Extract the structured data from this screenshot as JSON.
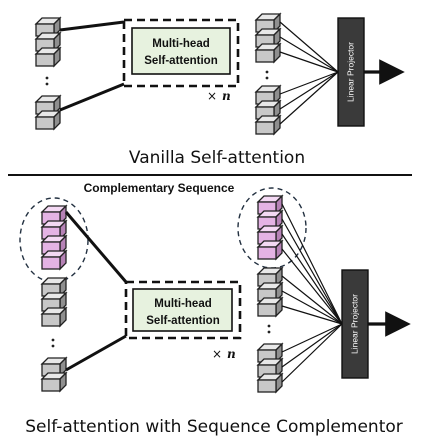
{
  "top": {
    "attention_label_line1": "Multi-head",
    "attention_label_line2": "Self-attention",
    "repeat_times": "×",
    "repeat_n": "n",
    "projector_label": "Linear Projector",
    "caption": "Vanilla Self-attention"
  },
  "bottom": {
    "section_title": "Complementary Sequence",
    "attention_label_line1": "Multi-head",
    "attention_label_line2": "Self-attention",
    "repeat_times": "×",
    "repeat_n": "n",
    "projector_label": "Linear Projector",
    "caption": "Self-attention with Sequence Complementor"
  },
  "colors": {
    "token_gray": "#c8c8c8",
    "token_pink": "#e4b3e4",
    "attention_fill": "#e7f2df",
    "projector_fill": "#3a3a3a"
  }
}
